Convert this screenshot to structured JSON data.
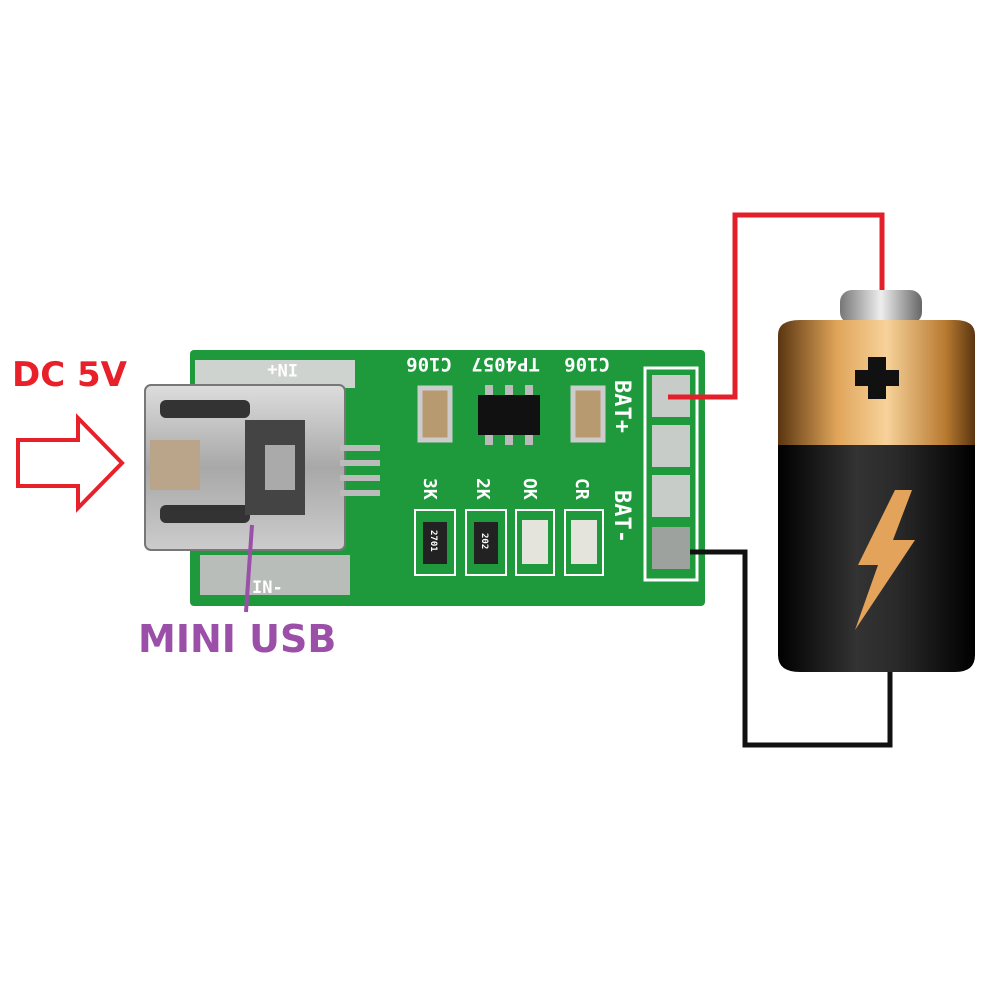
{
  "labels": {
    "input": "DC 5V",
    "connector": "MINI USB"
  },
  "silkscreen": {
    "in_plus": "IN+",
    "in_minus": "IN-",
    "cap_left": "C106",
    "chip": "TP4057",
    "cap_right": "C106",
    "bat_plus": "BAT+",
    "bat_minus": "BAT-",
    "r1": "3K",
    "r2": "2K",
    "led_ok": "OK",
    "led_cr": "CR",
    "r1_code": "2701",
    "r2_code": "202"
  },
  "colors": {
    "input_label": "#e8202a",
    "connector_label": "#9b4fa8",
    "pcb": "#1e9a3c",
    "positive_wire": "#e3202a",
    "negative_wire": "#111111",
    "battery_top": "#c98a3a",
    "battery_bottom": "#151515"
  },
  "icons": {
    "arrow": "arrow-right-outline-icon",
    "battery": "battery-icon",
    "plus": "plus-icon",
    "bolt": "lightning-bolt-icon"
  }
}
